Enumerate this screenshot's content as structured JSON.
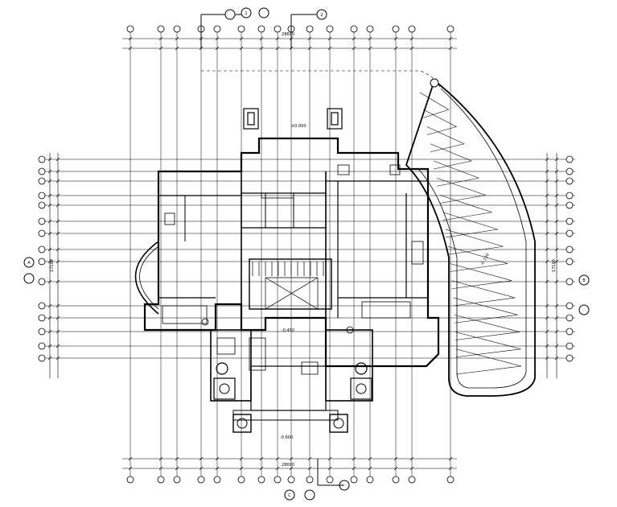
{
  "drawing": {
    "type": "architectural floor plan",
    "line_color": "#000000",
    "background": "#ffffff"
  },
  "labels": {
    "dim_top": "28600",
    "dim_bottom": "28600",
    "dim_left": "17100",
    "dim_right": "17100",
    "level_stair": "±0.000",
    "level_hall": "-0.450",
    "level_entry": "-0.600",
    "level_garage": "-0.150"
  },
  "section_marks": {
    "top_left": "1",
    "top_mid": "2",
    "left": "A",
    "right": "B",
    "bottom": "C"
  }
}
